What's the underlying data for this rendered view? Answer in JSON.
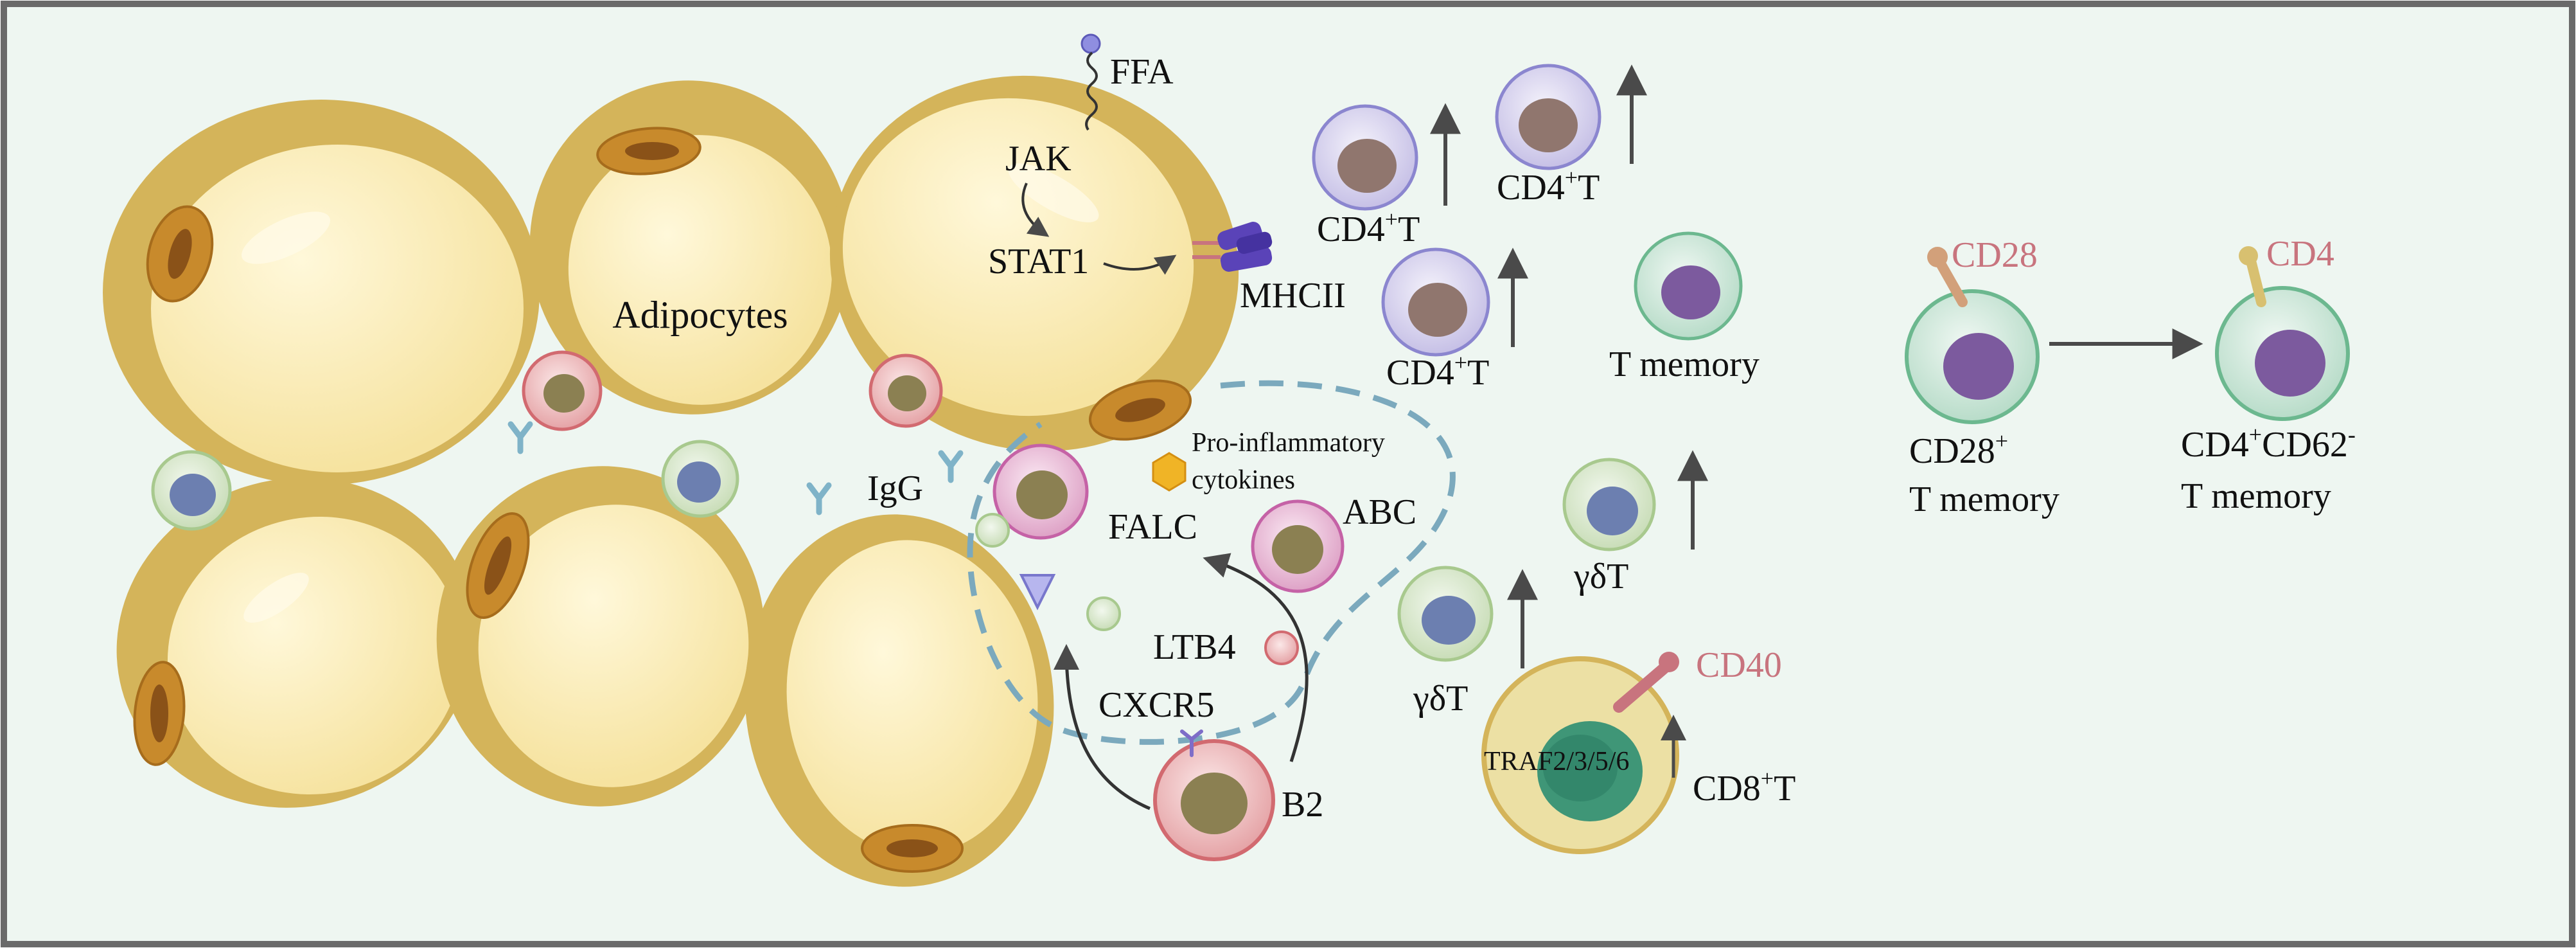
{
  "labels": {
    "ffa": "FFA",
    "jak": "JAK",
    "stat1": "STAT1",
    "mhcii": "MHCII",
    "adipocytes": "Adipocytes",
    "igg": "IgG",
    "pro_inflammatory_1": "Pro-inflammatory",
    "pro_inflammatory_2": "cytokines",
    "falc": "FALC",
    "abc": "ABC",
    "ltb4": "LTB4",
    "cxcr5": "CXCR5",
    "b2": "B2",
    "cd4t_1": "CD4",
    "cd4t_1_sup": "+",
    "cd4t_1_end": "T",
    "cd4t_2": "CD4",
    "cd4t_2_sup": "+",
    "cd4t_2_end": "T",
    "cd4t_3": "CD4",
    "cd4t_3_sup": "+",
    "cd4t_3_end": "T",
    "t_memory": "T memory",
    "gdt_1": "γδT",
    "gdt_2": "γδT",
    "cd40": "CD40",
    "traf": "TRAF2/3/5/6",
    "cd8t": "CD8",
    "cd8t_sup": "+",
    "cd8t_end": "T",
    "cd28": "CD28",
    "cd28_mem_1": "CD28",
    "cd28_mem_sup": "+",
    "cd28_mem_2": "T memory",
    "cd4_receptor": "CD4",
    "cd4cd62_a": "CD4",
    "cd4cd62_sup1": "+",
    "cd4cd62_b": "CD62",
    "cd4cd62_sup2": "-",
    "cd4cd62_mem": "T memory"
  },
  "colors": {
    "background": "#eef6f1",
    "border": "#6a6a6a",
    "adipocyte_outer": "#d4b45a",
    "adipocyte_inner": "#fbeab0",
    "nucleus_orange": "#c88a2c",
    "receptor_pink": "#c8747e",
    "mhcii_purple": "#5a43b8",
    "dashed": "#7ba9bd",
    "arrow": "#4a4a4a"
  }
}
